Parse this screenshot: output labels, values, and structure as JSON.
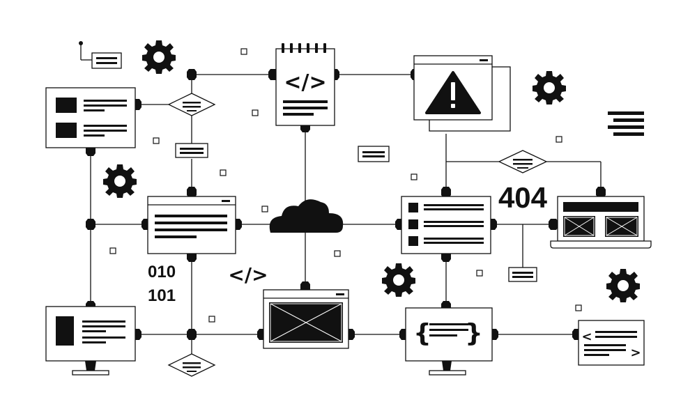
{
  "error_code": "404",
  "binary_lines": [
    "010",
    "101"
  ],
  "code_symbol": "</>",
  "colors": {
    "ink": "#111111",
    "background": "#ffffff"
  },
  "icons": [
    "gear-icon",
    "cloud-icon",
    "warning-icon",
    "code-icon",
    "menu-lines-icon",
    "monitor-icon",
    "laptop-icon",
    "decision-diamond-icon",
    "browser-window-icon"
  ]
}
